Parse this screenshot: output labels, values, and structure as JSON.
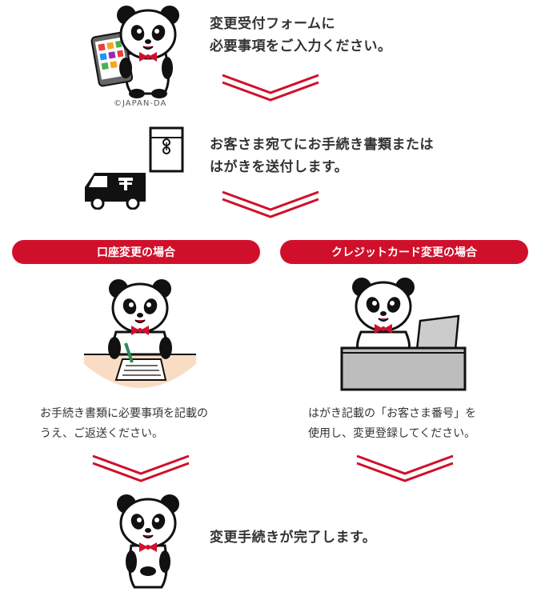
{
  "accent_color": "#d0102b",
  "steps": {
    "step1_text": "変更受付フォームに\n必要事項をご入力ください。",
    "step1_credit": "©JAPAN-DA",
    "step2_text": "お客さま宛てにお手続き書類または\nはがきを送付します。",
    "final_text": "変更手続きが完了します。"
  },
  "branches": {
    "left": {
      "label": "口座変更の場合",
      "text": "お手続き書類に必要事項を記載の\nうえ、ご返送ください。"
    },
    "right": {
      "label": "クレジットカード変更の場合",
      "text": "はがき記載の「お客さま番号」を\n使用し、変更登録してください。"
    }
  },
  "icons": [
    "panda-with-tablet-icon",
    "envelope-icon",
    "delivery-truck-icon",
    "panda-writing-icon",
    "panda-at-computer-icon",
    "panda-bowing-icon",
    "chevron-down-icon"
  ]
}
